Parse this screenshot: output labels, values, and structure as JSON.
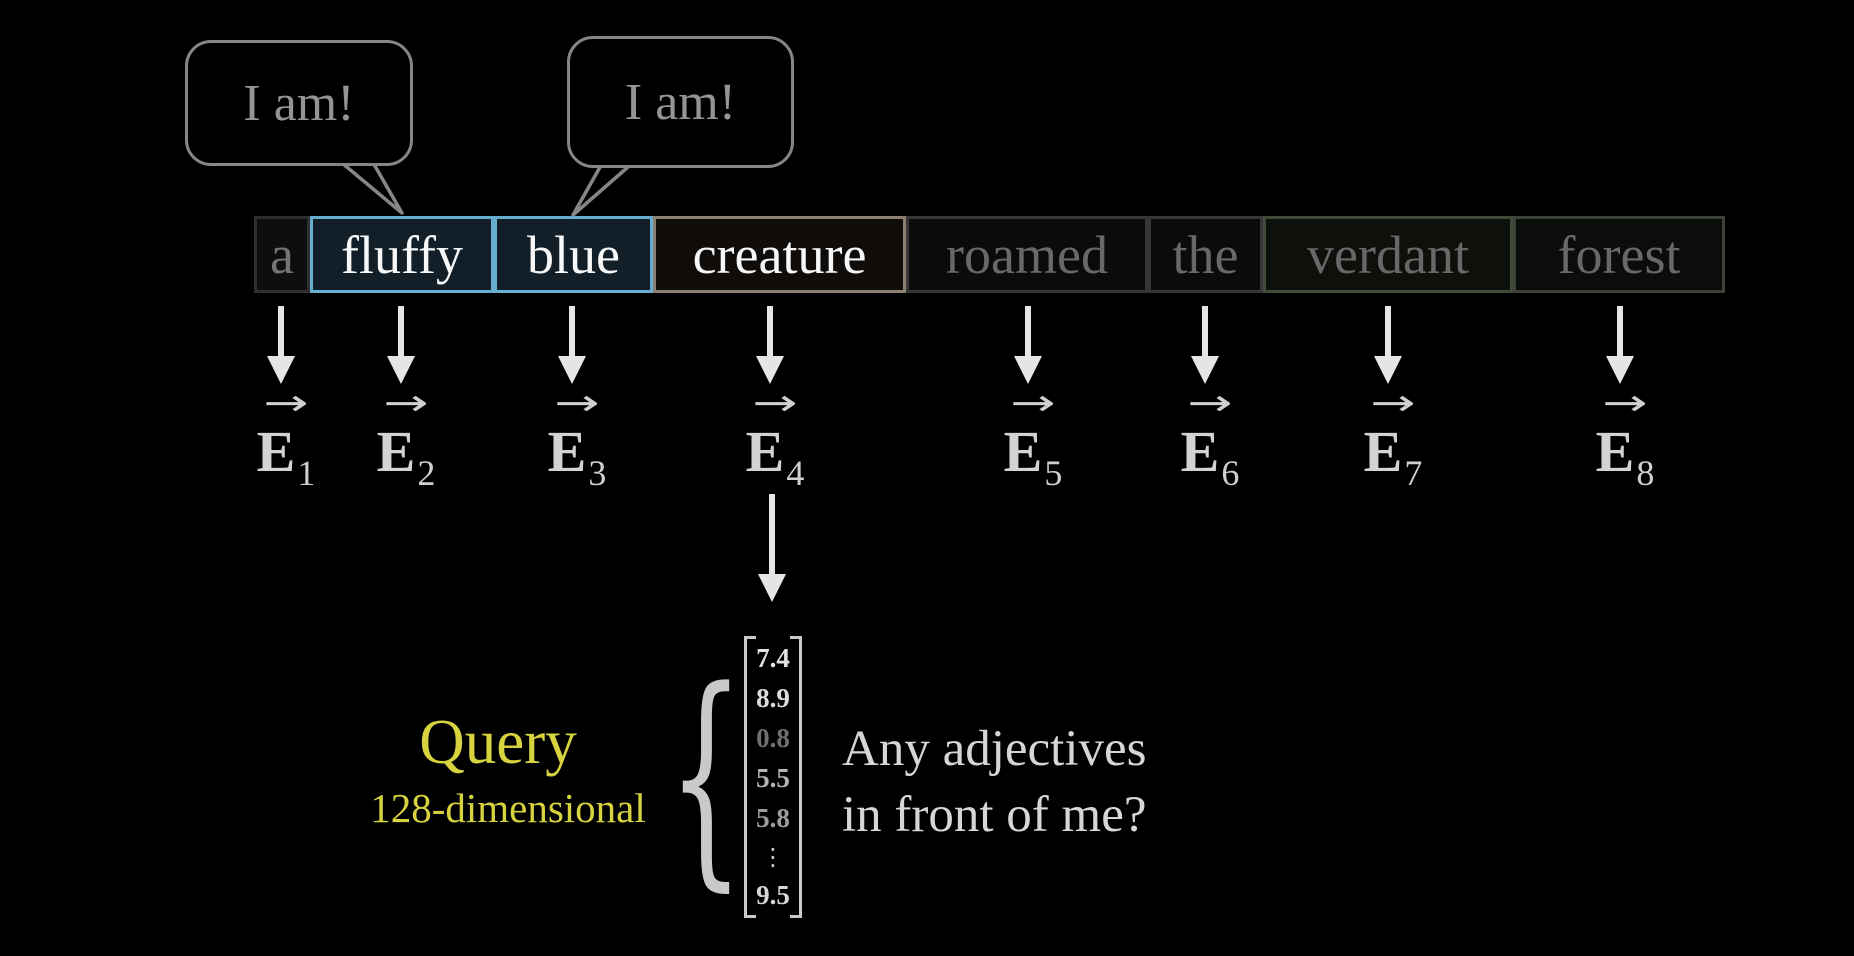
{
  "speech_bubbles": [
    {
      "text": "I am!",
      "points_to": "fluffy"
    },
    {
      "text": "I am!",
      "points_to": "blue"
    }
  ],
  "sentence": {
    "words": [
      {
        "text": "a",
        "style": "dim"
      },
      {
        "text": "fluffy",
        "style": "adjective-highlight-blue"
      },
      {
        "text": "blue",
        "style": "adjective-highlight-blue"
      },
      {
        "text": "creature",
        "style": "noun-highlight-tan"
      },
      {
        "text": "roamed",
        "style": "dim"
      },
      {
        "text": "the",
        "style": "dim"
      },
      {
        "text": "verdant",
        "style": "dim-green"
      },
      {
        "text": "forest",
        "style": "dim"
      }
    ]
  },
  "embeddings": {
    "symbol": "E",
    "vector_arrow": "→",
    "items": [
      {
        "subscript": "1"
      },
      {
        "subscript": "2"
      },
      {
        "subscript": "3"
      },
      {
        "subscript": "4"
      },
      {
        "subscript": "5"
      },
      {
        "subscript": "6"
      },
      {
        "subscript": "7"
      },
      {
        "subscript": "8"
      }
    ]
  },
  "query": {
    "title": "Query",
    "dimension": "128-dimensional",
    "brace_glyph": "{",
    "vector": {
      "values": [
        "7.4",
        "8.9",
        "0.8",
        "5.5",
        "5.8",
        "⋮",
        "9.5"
      ]
    },
    "question": {
      "line1": "Any adjectives",
      "line2": "in front of me?"
    }
  },
  "colors": {
    "background": "#000000",
    "query_yellow": "#d6d33f",
    "highlight_blue_border": "#65aed0",
    "noun_tan_border": "#8c8073",
    "arrow": "#e5e5e5",
    "bracket": "#c9c9c9",
    "bright_text": "#f5f7f8",
    "dim_text": "#686868"
  }
}
